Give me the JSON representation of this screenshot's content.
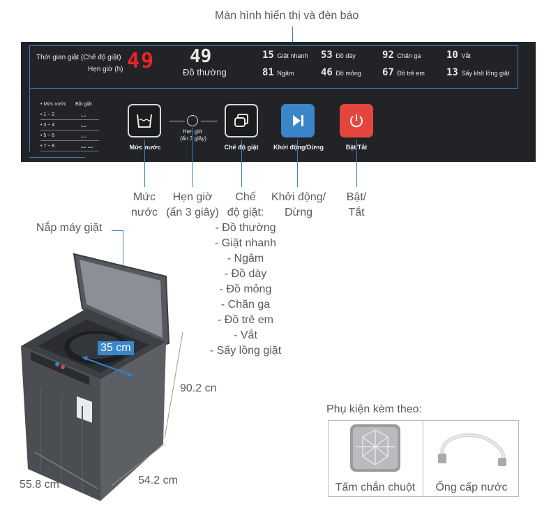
{
  "header_caption": "Màn hình hiển thị và đèn báo",
  "panel": {
    "time_label": "Thời gian giặt (Chế độ giặt)",
    "timer_label": "Hẹn giờ (h)",
    "red_display": "49",
    "center_number": "49",
    "center_label": "Đồ thường",
    "programs": [
      {
        "num": "15",
        "name": "Giặt nhanh"
      },
      {
        "num": "53",
        "name": "Đồ dày"
      },
      {
        "num": "92",
        "name": "Chăn ga"
      },
      {
        "num": "10",
        "name": "Vắt"
      },
      {
        "num": "81",
        "name": "Ngâm"
      },
      {
        "num": "46",
        "name": "Đồ mỏng"
      },
      {
        "num": "67",
        "name": "Đồ trẻ em"
      },
      {
        "num": "13",
        "name": "Sấy khô lồng giặt"
      }
    ],
    "water_table": {
      "head_level": "• Mức nước",
      "head_clothes": "Bột giặt",
      "rows": [
        "• 1 ~ 2",
        "• 3 ~ 4",
        "• 5 ~ 6",
        "• 7 ~ 8"
      ]
    },
    "buttons": {
      "water_level": "Mức nước",
      "timer_small_1": "Hẹn giờ",
      "timer_small_2": "(ấn 3 giây)",
      "program": "Chế độ giặt",
      "start": "Khởi động/Dừng",
      "power": "Bật/Tắt"
    }
  },
  "callouts": {
    "water_1": "Mức",
    "water_2": "nước",
    "timer_1": "Hẹn giờ",
    "timer_2": "(ấn 3 giây)",
    "program_1": "Chế",
    "program_2": "độ giặt:",
    "program_list": [
      "- Đồ thường",
      "- Giặt nhanh",
      "- Ngâm",
      "- Đồ dày",
      "- Đồ mỏng",
      "- Chăn ga",
      "- Đồ trẻ em",
      "- Vắt",
      "- Sấy lồng giặt"
    ],
    "start_1": "Khởi động/",
    "start_2": "Dừng",
    "power_1": "Bật/",
    "power_2": "Tắt",
    "lid": "Nắp máy giặt"
  },
  "dimensions": {
    "drum": "35 cm",
    "height": "90.2 cn",
    "width": "55.8 cm",
    "depth": "54.2 cm"
  },
  "accessories": {
    "title": "Phụ kiện kèm theo:",
    "item1": "Tấm chắn chuột",
    "item2": "Ống cấp nước"
  },
  "colors": {
    "panel": "#222326",
    "accent_blue": "#3b7fc4",
    "red_display": "#e8242a",
    "start_button": "#3b86c9",
    "power_button": "#e4463f",
    "machine_body": "#4a4d52"
  },
  "icons": [
    "water-level-icon",
    "clock-icon",
    "program-icon",
    "play-pause-icon",
    "power-icon",
    "shirt-icon"
  ]
}
